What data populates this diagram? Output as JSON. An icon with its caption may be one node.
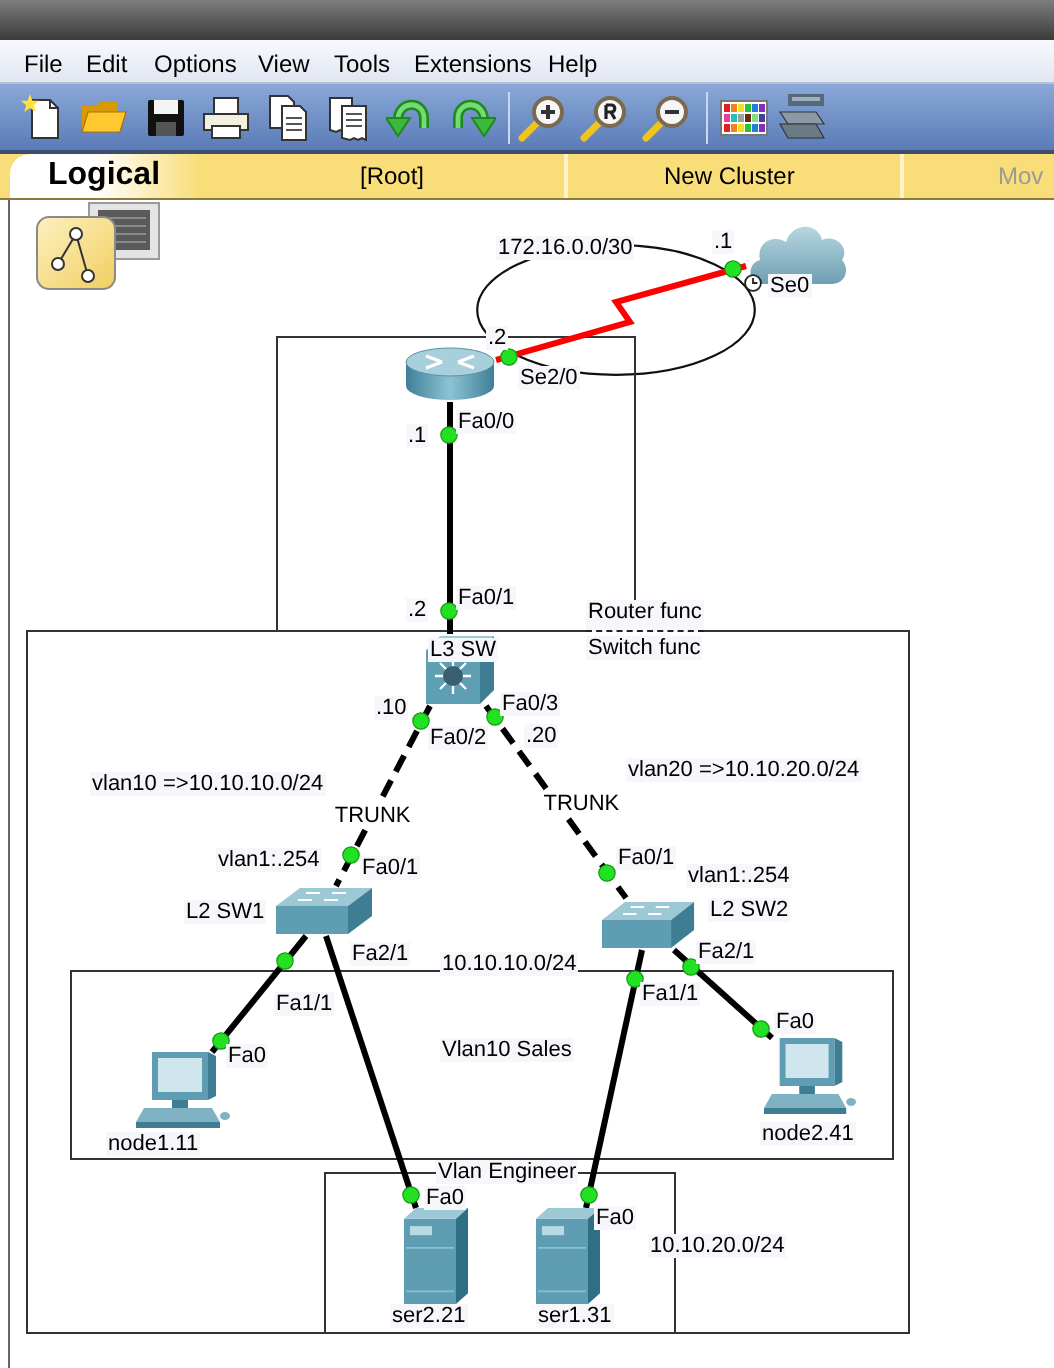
{
  "diagram": {
    "nodes": [
      {
        "text": [],
        "shape": "cloud"
      },
      {
        "text": [
          "Router func"
        ]
      },
      {
        "text": [],
        "shape": "picture",
        "in": 1
      },
      {
        "text": [
          "Switch func"
        ]
      },
      {
        "text": [
          "L3 SW"
        ],
        "in": 3
      },
      {
        "text": [
          "L2 SW1"
        ],
        "in": 3
      },
      {
        "text": [
          "L2 SW2"
        ],
        "in": 3,
        "beside": [
          "vlan1:.254"
        ]
      },
      {
        "text": [
          "10.10.10.0/24",
          "Vlan10 Sales"
        ],
        "in": 3
      },
      {
        "text": [
          "node1.11"
        ],
        "in": 7
      },
      {
        "text": [
          "node2.41"
        ],
        "in": 7
      },
      {
        "text": [
          "Vlan Engineer"
        ],
        "in": 3
      },
      {
        "text": [
          "ser2.21"
        ],
        "in": 10
      },
      {
        "text": [
          "ser1.31"
        ],
        "in": 10
      }
    ],
    "edges": [
      {
        "from": 2,
        "to": 0,
        "arrow": "none",
        "color": "#ff0000"
      },
      {
        "from": 2,
        "to": 4,
        "arrow": "none"
      },
      {
        "from": 4,
        "to": 5,
        "arrow": "none",
        "label": "TRUNK",
        "style": "dashed"
      },
      {
        "from": 4,
        "to": 6,
        "arrow": "none",
        "label": "TRUNK",
        "style": "dashed"
      },
      {
        "from": 5,
        "to": 8,
        "arrow": "none"
      },
      {
        "from": 5,
        "to": 11,
        "arrow": "none"
      },
      {
        "from": 6,
        "to": 12,
        "arrow": "none"
      },
      {
        "from": 6,
        "to": 9,
        "arrow": "none"
      }
    ],
    "labels": [
      "File",
      "Edit",
      "Options",
      "View",
      "Tools",
      "Extensions",
      "Help",
      "Logical",
      "[Root]",
      "New Cluster",
      "Mov",
      "172.16.0.0/30",
      ".1",
      "Se0",
      ".2",
      "Se2/0",
      ".1",
      "Fa0/0",
      ".2",
      "Fa0/1",
      ".10",
      "Fa0/3",
      "Fa0/2",
      ".20",
      "vlan10 =>10.10.10.0/24",
      "vlan20 =>10.10.20.0/24",
      "vlan1:.254",
      "Fa0/1",
      "Fa0/1",
      "Fa2/1",
      "Fa2/1",
      "Fa1/1",
      "Fa1/1",
      "Fa0",
      "Fa0",
      "Fa0",
      "Fa0",
      "10.10.20.0/24"
    ]
  }
}
